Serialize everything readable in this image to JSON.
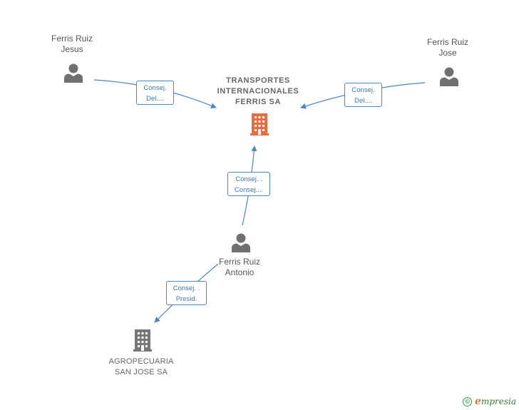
{
  "nodes": {
    "transportes": {
      "label_lines": [
        "TRANSPORTES",
        "INTERNACIONALES",
        "FERRIS SA"
      ],
      "icon": "building-icon",
      "color": "#ec6a3c"
    },
    "jesus": {
      "label_lines": [
        "Ferris Ruiz",
        "Jesus"
      ],
      "icon": "person-icon"
    },
    "jose": {
      "label_lines": [
        "Ferris Ruiz",
        "Jose"
      ],
      "icon": "person-icon"
    },
    "antonio": {
      "label_lines": [
        "Ferris Ruiz",
        "Antonio"
      ],
      "icon": "person-icon"
    },
    "agropecuaria": {
      "label_lines": [
        "AGROPECUARIA",
        "SAN JOSE SA"
      ],
      "icon": "building-icon",
      "color": "#777777"
    }
  },
  "edges": {
    "jesus_to_transportes": {
      "label_lines": [
        "Consej.",
        "Del...."
      ]
    },
    "jose_to_transportes": {
      "label_lines": [
        "Consej.",
        "Del...."
      ]
    },
    "antonio_to_transportes": {
      "label_lines": [
        "Consej. .",
        "Consej...."
      ]
    },
    "antonio_to_agropecuaria": {
      "label_lines": [
        "Consej. .",
        "Presid."
      ]
    }
  },
  "colors": {
    "edge": "#4a86c8",
    "person": "#707070",
    "main_company": "#ec6a3c",
    "other_company": "#777777"
  },
  "brand": {
    "copyright_symbol": "©",
    "name_initial": "e",
    "name_rest": "mpresia"
  }
}
